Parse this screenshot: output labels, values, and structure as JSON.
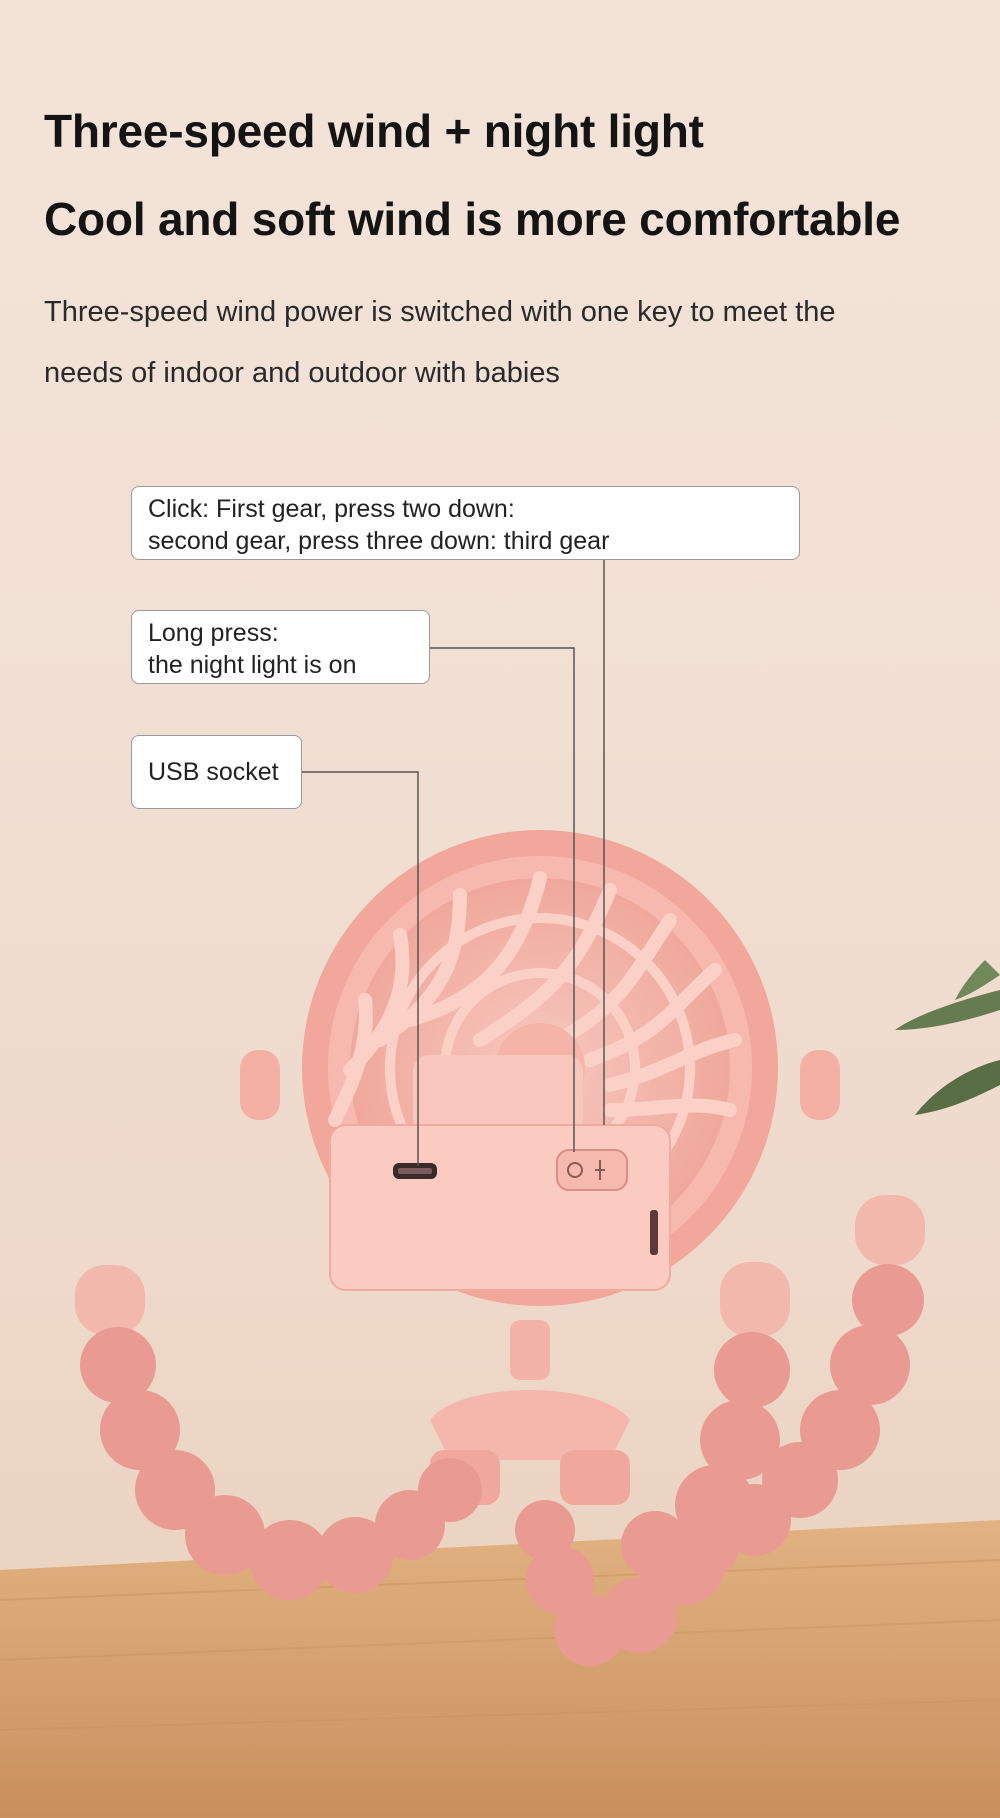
{
  "heading": {
    "line1": "Three-speed wind + night light",
    "line2": "Cool and soft wind is more comfortable"
  },
  "description": {
    "line1": "Three-speed wind power is switched with one key to meet the",
    "line2": "needs of indoor and outdoor with babies"
  },
  "callouts": {
    "gear": {
      "line1": "Click: First gear, press two down:",
      "line2": "second gear, press three down: third gear"
    },
    "night_light": {
      "line1": "Long press:",
      "line2": "the night light is on"
    },
    "usb": {
      "label": "USB socket"
    }
  },
  "colors": {
    "background": "#f2e1d6",
    "fan_pink": "#f4b4ab",
    "leg_pink": "#e99a92",
    "table_wood": "#d9a775"
  }
}
